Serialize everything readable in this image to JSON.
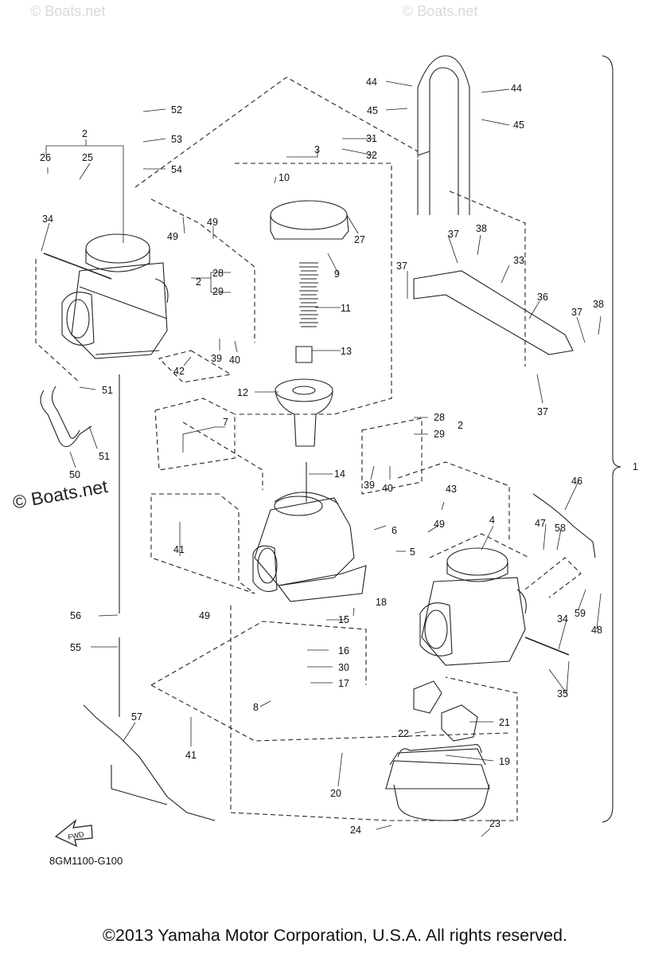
{
  "watermarks": {
    "top_left": "© Boats.net",
    "top_right": "© Boats.net",
    "main": "© Boats.net"
  },
  "diagram_code": "8GM1100-G100",
  "fwd_label": "FWD",
  "copyright": "©2013 Yamaha Motor Corporation, U.S.A. All rights reserved.",
  "callouts": [
    "1",
    "2",
    "3",
    "4",
    "5",
    "6",
    "7",
    "8",
    "9",
    "10",
    "11",
    "12",
    "13",
    "14",
    "15",
    "16",
    "17",
    "18",
    "19",
    "20",
    "21",
    "22",
    "23",
    "24",
    "25",
    "26",
    "27",
    "28",
    "29",
    "30",
    "31",
    "32",
    "33",
    "34",
    "35",
    "36",
    "37",
    "38",
    "39",
    "40",
    "41",
    "42",
    "43",
    "44",
    "45",
    "46",
    "47",
    "48",
    "49",
    "50",
    "51",
    "52",
    "53",
    "54",
    "55",
    "56",
    "57",
    "58",
    "59"
  ],
  "colors": {
    "line": "#222222",
    "watermark": "#d9d9d9",
    "background": "#ffffff"
  }
}
